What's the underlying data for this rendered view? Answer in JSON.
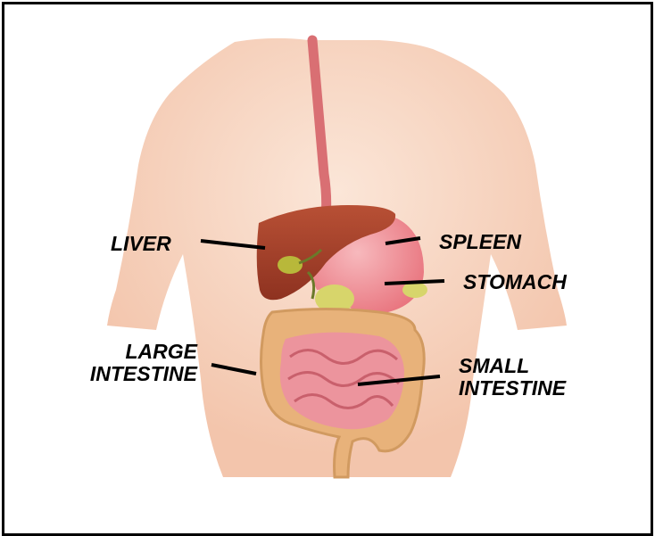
{
  "labels": {
    "liver": "LIVER",
    "spleen": "SPLEEN",
    "stomach": "STOMACH",
    "large_intestine": "LARGE\nINTESTINE",
    "small_intestine": "SMALL\nINTESTINE"
  },
  "colors": {
    "skin": "#f7d2bc",
    "skin_light": "#fbe3d4",
    "liver": "#a8432c",
    "stomach": "#f39aa2",
    "intestine_small": "#e98a95",
    "intestine_large": "#e8b27a",
    "esophagus": "#d96f73",
    "gallbladder": "#b8b83a",
    "frame": "#000000"
  }
}
